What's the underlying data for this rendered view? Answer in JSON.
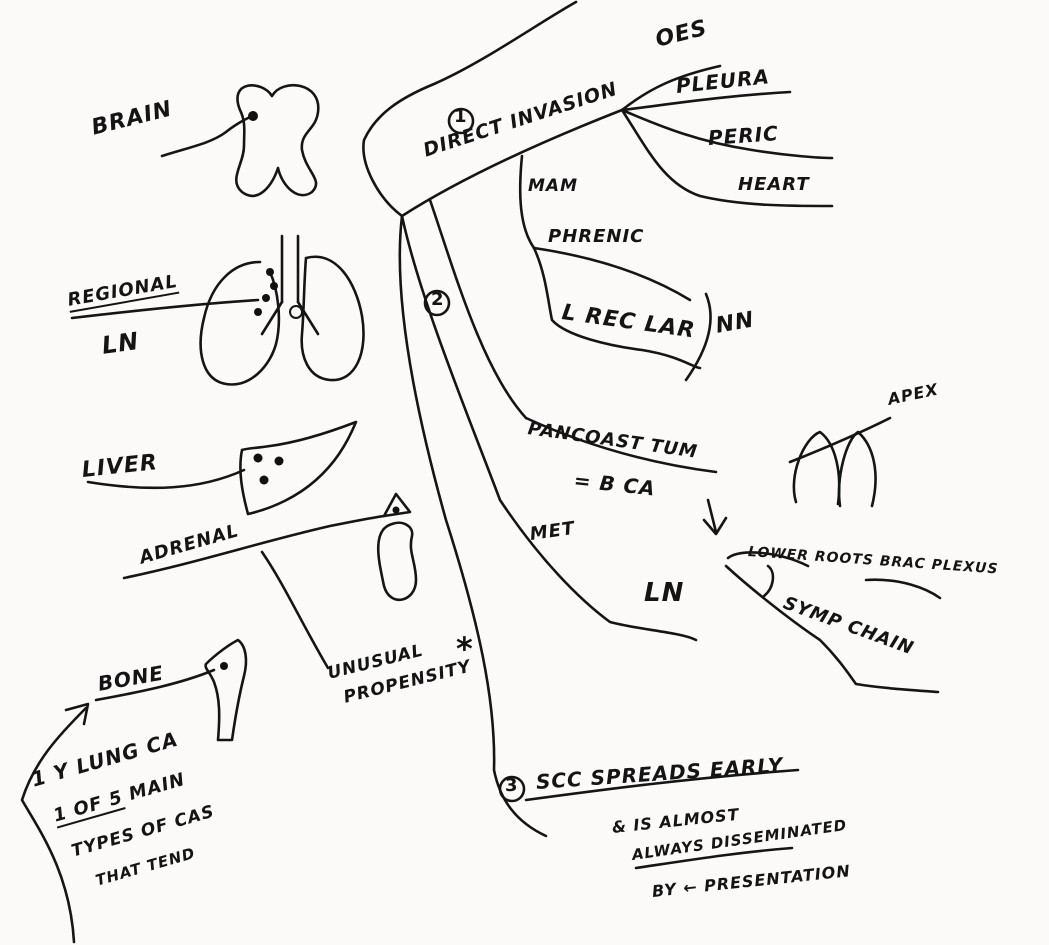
{
  "metastasis_sites": {
    "brain": "BRAIN",
    "regional_ln_line1": "REGIONAL",
    "regional_ln_line2": "LN",
    "liver": "LIVER",
    "adrenal": "ADRENAL",
    "adrenal_note_line1": "UNUSUAL",
    "adrenal_note_line2": "PROPENSITY",
    "adrenal_note_mark": "*",
    "bone": "BONE"
  },
  "bone_note": {
    "line1": "1 Y LUNG CA",
    "line2_emph": "1 OF 5",
    "line2_rest": " MAIN",
    "line3": "TYPES OF CAS",
    "line4": "THAT TEND"
  },
  "spread_route_1": {
    "number": "1",
    "label": "DIRECT INVASION",
    "targets": [
      "OES",
      "PLEURA",
      "PERIC",
      "HEART"
    ],
    "sub_label": "MAM",
    "nerves_label": "NN",
    "nerves": [
      "PHRENIC",
      "L REC LAR"
    ]
  },
  "spread_route_2": {
    "number": "2",
    "pancoast_line1": "PANCOAST TUM",
    "pancoast_line2": "= B CA",
    "apex_label": "APEX",
    "pancoast_effects": [
      "LOWER ROOTS BRAC PLEXUS",
      "SYMP CHAIN"
    ],
    "met_label": "MET",
    "met_target": "LN"
  },
  "spread_route_3": {
    "number": "3",
    "label": "SCC SPREADS EARLY",
    "note_line1": "& IS ALMOST",
    "note_line2": "ALWAYS DISSEMINATED",
    "note_line3": "BY ← PRESENTATION"
  }
}
